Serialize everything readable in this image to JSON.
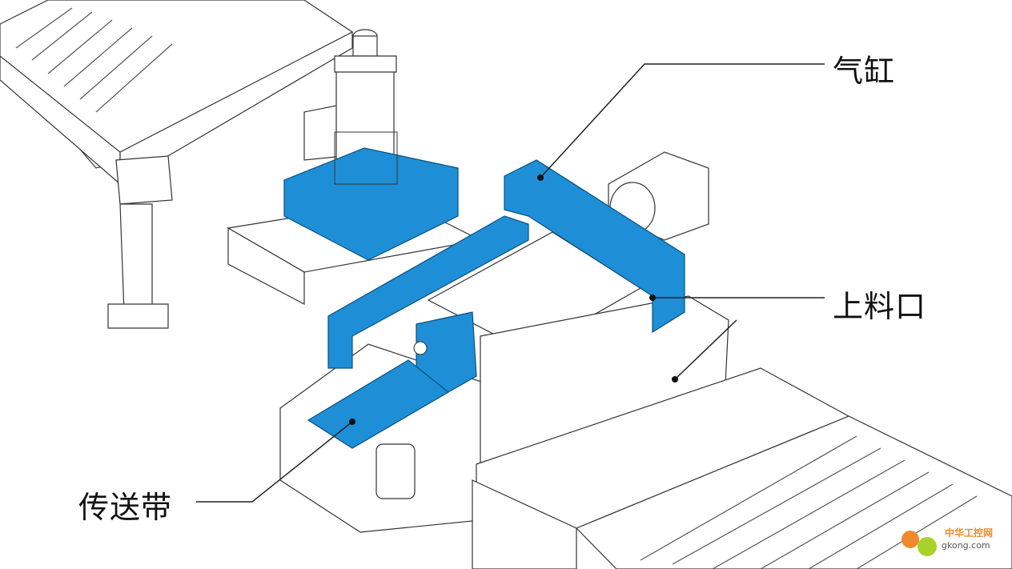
{
  "labels": {
    "cylinder": "气缸",
    "loading_port": "上料口",
    "conveyor": "传送带"
  },
  "watermark": {
    "cn": "中华工控网",
    "en": "gkong.com"
  },
  "colors": {
    "highlight": "#1e8fd6",
    "line": "#333333",
    "watermark_orange": "#f08a2c",
    "watermark_green": "#a8d12a"
  }
}
